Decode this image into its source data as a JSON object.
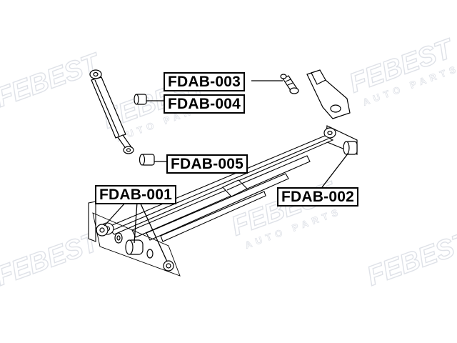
{
  "watermark": {
    "brand": "FEBEST",
    "tagline": "AUTO PARTS"
  },
  "labels": {
    "fdab_001": "FDAB-001",
    "fdab_002": "FDAB-002",
    "fdab_003": "FDAB-003",
    "fdab_004": "FDAB-004",
    "fdab_005": "FDAB-005"
  },
  "colors": {
    "line": "#000000",
    "watermark": "#e4e6ea",
    "background": "#ffffff"
  }
}
